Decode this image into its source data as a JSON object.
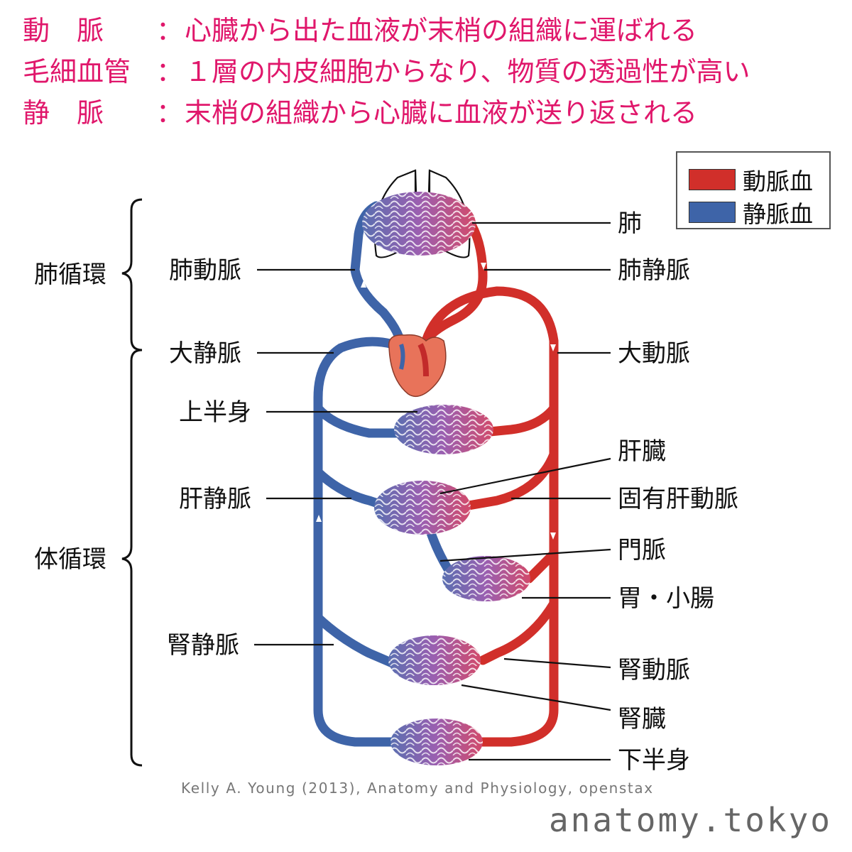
{
  "definitions": [
    {
      "term": "動　脈",
      "colon": "：",
      "desc": "心臓から出た血液が末梢の組織に運ばれる"
    },
    {
      "term": "毛細血管",
      "colon": "：",
      "desc": "１層の内皮細胞からなり、物質の透過性が高い"
    },
    {
      "term": "静　脈",
      "colon": "：",
      "desc": "末梢の組織から心臓に血液が送り返される"
    }
  ],
  "legend": {
    "arterial": {
      "label": "動脈血",
      "color": "#d12f2a"
    },
    "venous": {
      "label": "静脈血",
      "color": "#3e64a8"
    }
  },
  "brackets": {
    "pulmonary": "肺循環",
    "systemic": "体循環"
  },
  "labels_left": {
    "pulmonary_artery": "肺動脈",
    "vena_cava": "大静脈",
    "upper_body": "上半身",
    "hepatic_vein": "肝静脈",
    "renal_vein": "腎静脈"
  },
  "labels_right": {
    "lung": "肺",
    "pulmonary_vein": "肺静脈",
    "aorta": "大動脈",
    "liver": "肝臓",
    "hepatic_artery": "固有肝動脈",
    "portal_vein": "門脈",
    "stomach_intestine": "胃・小腸",
    "renal_artery": "腎動脈",
    "kidney": "腎臓",
    "lower_body": "下半身"
  },
  "credit": "Kelly A. Young (2013), Anatomy and Physiology, openstax",
  "site": "anatomy.tokyo"
}
